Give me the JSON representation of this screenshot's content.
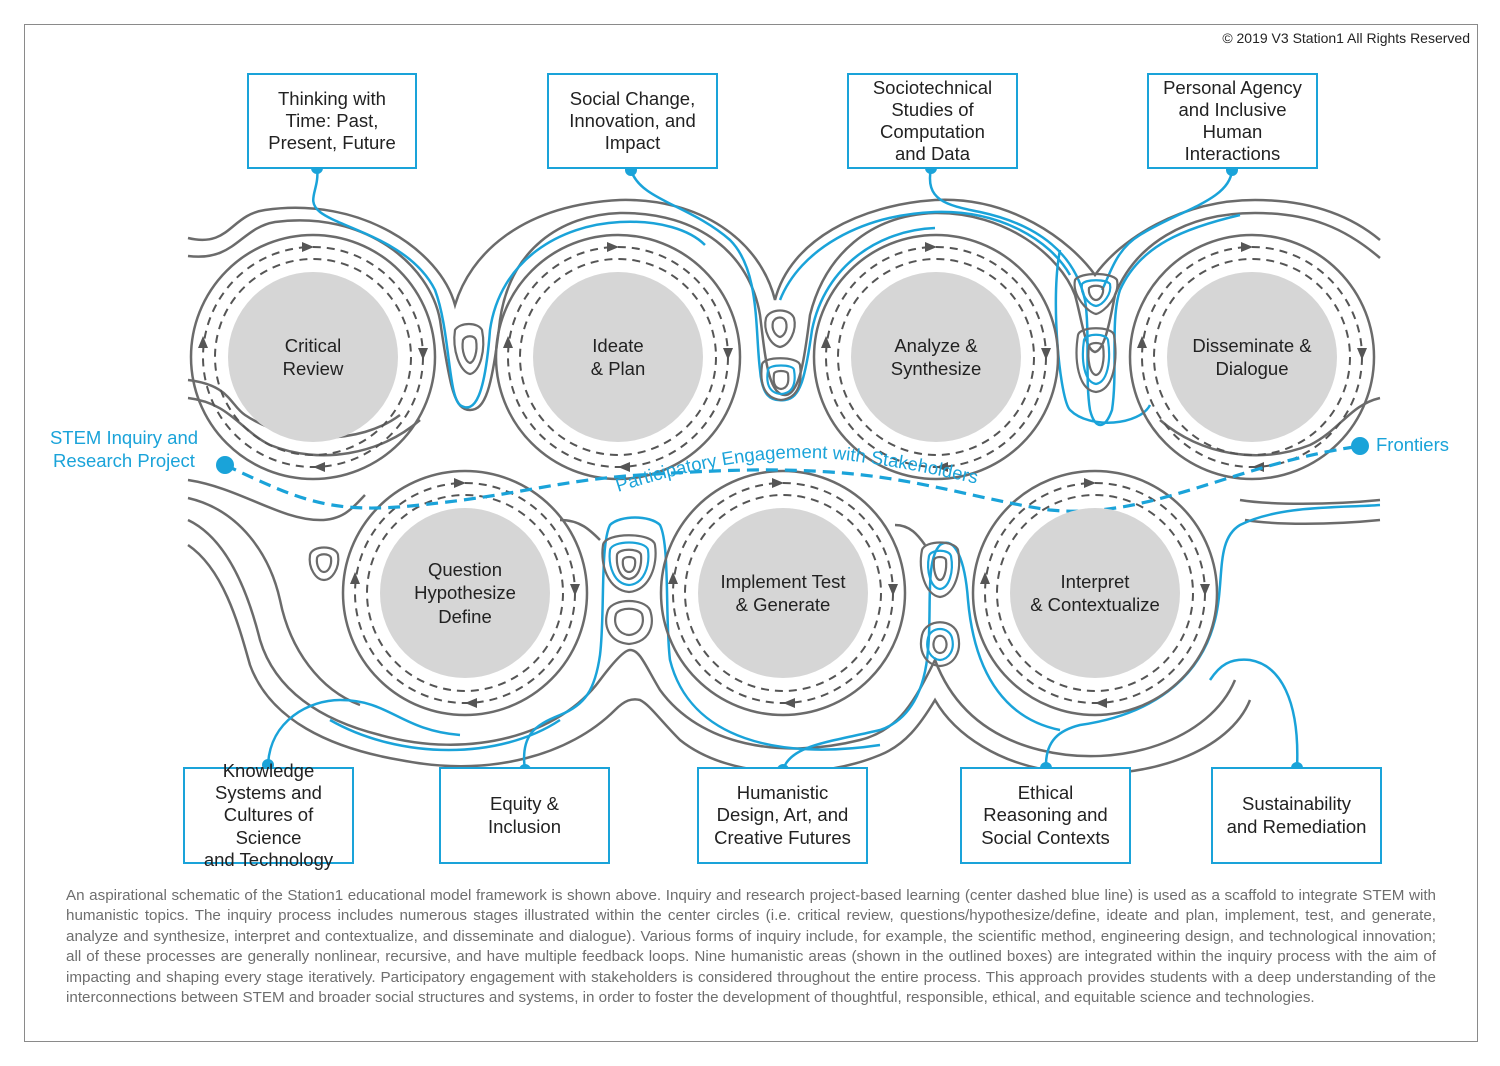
{
  "copyright": "© 2019 V3 Station1 All Rights Reserved",
  "endpoints": {
    "start": "STEM Inquiry and\nResearch Project",
    "end": "Frontiers"
  },
  "path_label": "Participatory Engagement with Stakeholders",
  "stages": {
    "critical_review": "Critical\nReview",
    "ideate_plan": "Ideate\n& Plan",
    "analyze_synthesize": "Analyze &\nSynthesize",
    "disseminate_dialogue": "Disseminate &\nDialogue",
    "question": "Question\nHypothesize\nDefine",
    "implement": "Implement Test\n& Generate",
    "interpret": "Interpret\n& Contextualize"
  },
  "topics": {
    "thinking_time": "Thinking with\nTime: Past,\nPresent, Future",
    "social_change": "Social Change,\nInnovation, and\nImpact",
    "sociotechnical": "Sociotechnical\nStudies of\nComputation\nand Data",
    "personal_agency": "Personal Agency\nand Inclusive\nHuman\nInteractions",
    "knowledge_systems": "Knowledge\nSystems and\nCultures of Science\nand Technology",
    "equity": "Equity &\nInclusion",
    "humanistic_design": "Humanistic\nDesign, Art, and\nCreative Futures",
    "ethical": "Ethical\nReasoning and\nSocial Contexts",
    "sustainability": "Sustainability\nand Remediation"
  },
  "caption": "An aspirational schematic of the Station1 educational model framework is shown above. Inquiry and research project-based learning (center dashed blue line) is used as a scaffold to integrate STEM with humanistic topics. The inquiry process includes numerous stages illustrated within the center circles (i.e. critical review, questions/hypothesize/define, ideate and plan, implement, test, and generate, analyze and synthesize, interpret and contextualize, and disseminate and dialogue). Various forms of inquiry include, for example, the scientific method, engineering design, and technological innovation; all of these processes are generally nonlinear, recursive, and have multiple feedback loops. Nine humanistic areas (shown in the outlined boxes) are integrated within the inquiry process with the aim of impacting and shaping every stage iteratively. Participatory engagement with stakeholders is considered throughout the entire process. This approach provides students with a deep understanding of the interconnections between STEM and broader social structures and systems, in order to foster the development of thoughtful, responsible, ethical, and equitable science and technologies.",
  "colors": {
    "accent_blue": "#1aa3d9",
    "line_gray": "#6b6b6b",
    "circle_fill": "#d6d6d6"
  }
}
